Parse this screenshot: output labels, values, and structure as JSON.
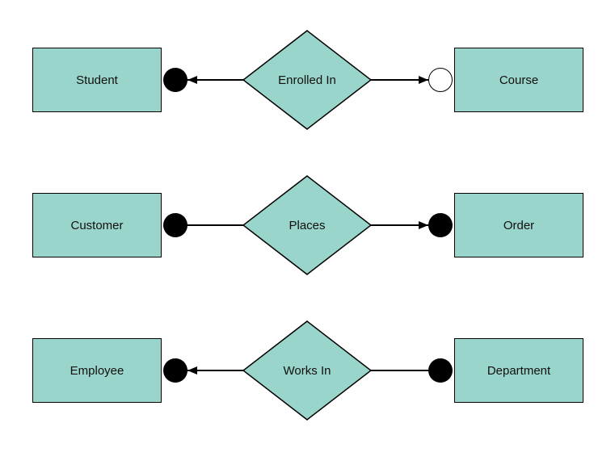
{
  "diagram": {
    "type": "entity-relationship",
    "background": "#ffffff",
    "colors": {
      "entity_fill": "#99d5ca",
      "entity_border": "#000000",
      "connector": "#000000",
      "open_circle_fill": "#ffffff"
    },
    "relationships": [
      {
        "left_entity": "Student",
        "relationship": "Enrolled In",
        "right_entity": "Course",
        "left_end": "filled-circle with arrowhead pointing at Student",
        "right_end": "open-circle with arrowhead pointing at Course"
      },
      {
        "left_entity": "Customer",
        "relationship": "Places",
        "right_entity": "Order",
        "left_end": "filled-circle, no arrowhead",
        "right_end": "filled-circle with arrowhead pointing at Order"
      },
      {
        "left_entity": "Employee",
        "relationship": "Works In",
        "right_entity": "Department",
        "left_end": "filled-circle with arrowhead pointing at Employee",
        "right_end": "filled-circle, no arrowhead"
      }
    ]
  }
}
